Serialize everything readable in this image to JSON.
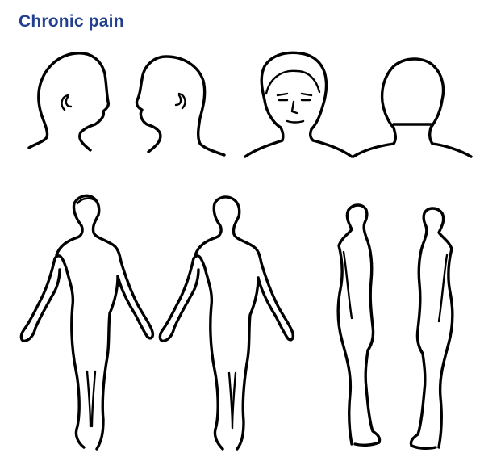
{
  "panel": {
    "title": "Chronic pain",
    "title_color": "#23408f",
    "border_color": "#4a6da0"
  },
  "figures": {
    "heads": [
      "head-right-profile",
      "head-left-profile",
      "head-front",
      "head-back"
    ],
    "bodies": [
      "body-front",
      "body-back",
      "body-right-side",
      "body-left-side"
    ]
  }
}
